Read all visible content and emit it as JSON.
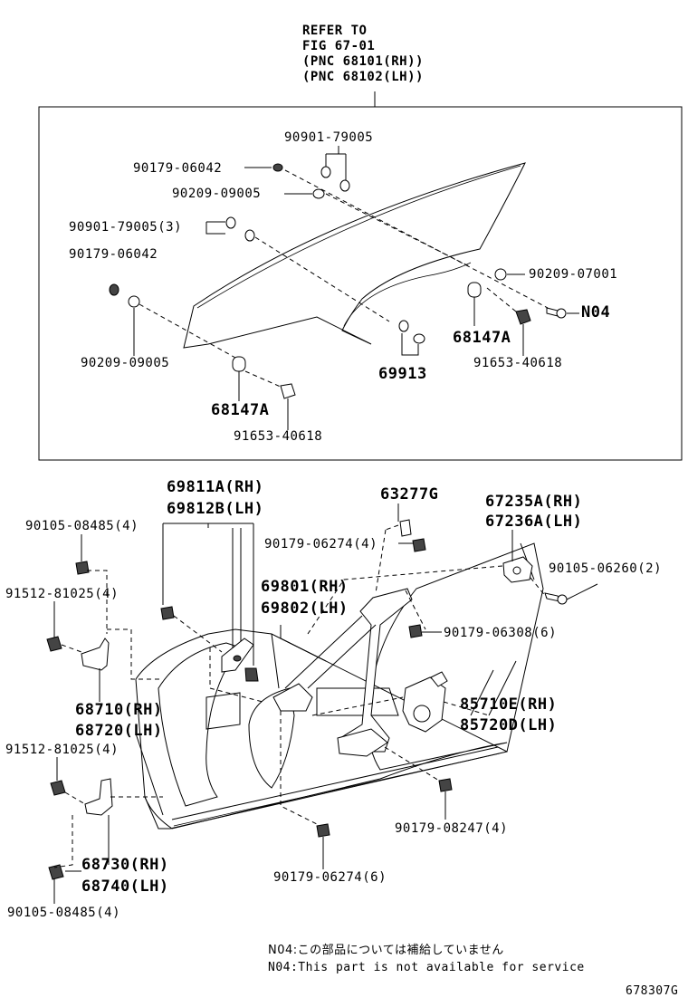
{
  "refer": {
    "line1": "REFER TO",
    "line2": "FIG 67-01",
    "line3": "(PNC 68101(RH))",
    "line4": "(PNC 68102(LH))"
  },
  "top_labels": {
    "p90901_79005_a": "90901-79005",
    "p90179_06042_a": "90179-06042",
    "p90209_09005_a": "90209-09005",
    "p90901_79005_b": "90901-79005(3)",
    "p90179_06042_b": "90179-06042",
    "p90209_07001": "90209-07001",
    "n04": "N04",
    "p68147a_a": "68147A",
    "p91653_40618_a": "91653-40618",
    "p69913": "69913",
    "p90209_09005_b": "90209-09005",
    "p68147a_b": "68147A",
    "p91653_40618_b": "91653-40618"
  },
  "bottom_labels": {
    "p69811a": "69811A(RH)",
    "p69812b": "69812B(LH)",
    "p63277g": "63277G",
    "p67235a": "67235A(RH)",
    "p67236a": "67236A(LH)",
    "p90105_08485_a": "90105-08485(4)",
    "p90179_06274_a": "90179-06274(4)",
    "p90105_06260": "90105-06260(2)",
    "p91512_81025_a": "91512-81025(4)",
    "p69801": "69801(RH)",
    "p69802": "69802(LH)",
    "p90179_06308": "90179-06308(6)",
    "p68710": "68710(RH)",
    "p68720": "68720(LH)",
    "p85710e": "85710E(RH)",
    "p85720d": "85720D(LH)",
    "p91512_81025_b": "91512-81025(4)",
    "p90179_08247": "90179-08247(4)",
    "p68730": "68730(RH)",
    "p68740": "68740(LH)",
    "p90179_06274_b": "90179-06274(6)",
    "p90105_08485_b": "90105-08485(4)"
  },
  "notes": {
    "jp": "N04:この部品については補給していません",
    "en": "N04:This part is not available for service"
  },
  "figure_code": "678307G"
}
